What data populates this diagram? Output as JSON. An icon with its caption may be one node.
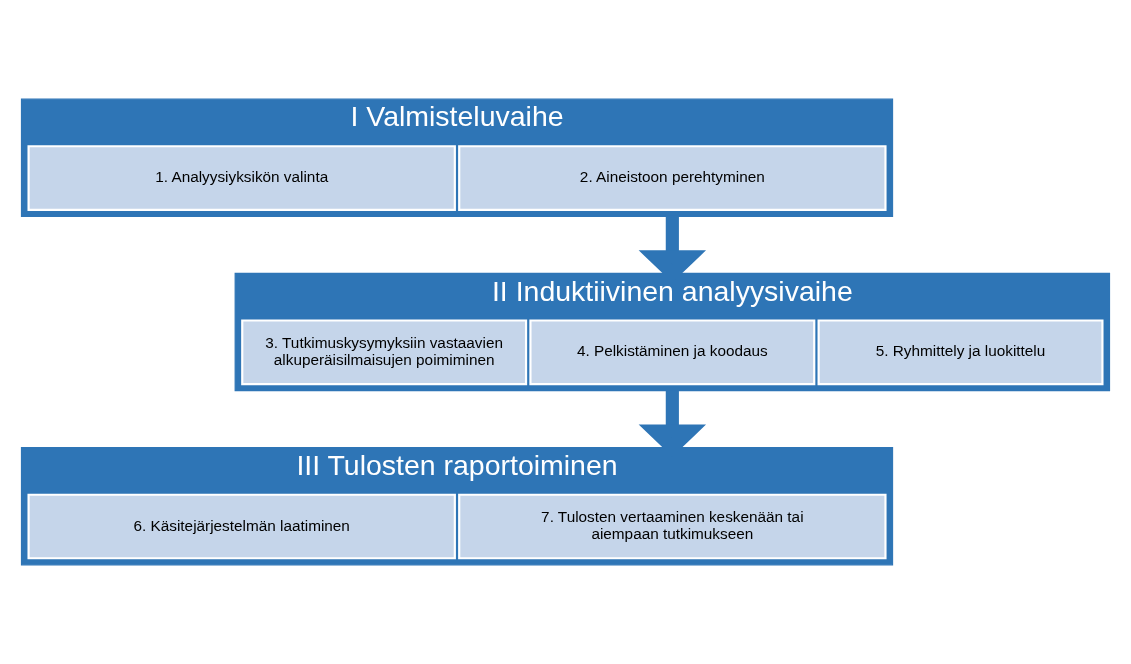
{
  "diagram": {
    "nodes": [
      {
        "text": [
          "I Valmisteluvaihe"
        ]
      },
      {
        "text": [
          "1. Analyysiyksikön valinta"
        ],
        "in": 0
      },
      {
        "text": [
          "2. Aineistoon perehtyminen"
        ],
        "in": 0
      },
      {
        "text": [
          "II Induktiivinen analyysivaihe"
        ]
      },
      {
        "text": [
          "3. Tutkimuskysymyksiin vastaavien alkuperäisilmaisujen poimiminen"
        ],
        "in": 3
      },
      {
        "text": [
          "4. Pelkistäminen ja koodaus"
        ],
        "in": 3
      },
      {
        "text": [
          "5. Ryhmittely ja luokittelu"
        ],
        "in": 3
      },
      {
        "text": [
          "III Tulosten raportoiminen"
        ]
      },
      {
        "text": [
          "6. Käsitejärjestelmän laatiminen"
        ],
        "in": 7
      },
      {
        "text": [
          "7. Tulosten vertaaminen keskenään tai aiempaan tutkimukseen"
        ],
        "in": 7
      }
    ],
    "edges": [
      {
        "from": 0,
        "to": 3,
        "arrow": "to"
      },
      {
        "from": 3,
        "to": 7,
        "arrow": "to"
      }
    ]
  }
}
